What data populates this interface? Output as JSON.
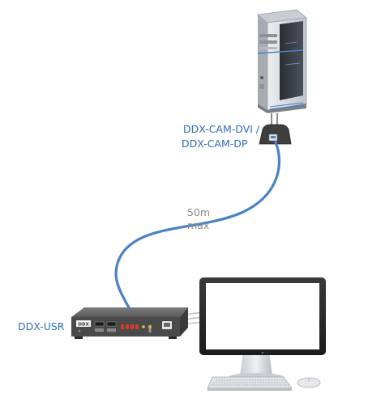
{
  "labels": {
    "cam_line1": "DDX-CAM-DVI /",
    "cam_line2": "DDX-CAM-DP",
    "length_line1": "50m",
    "length_line2": "max",
    "usr": "DDX-USR",
    "box_logo": "DDX"
  },
  "colors": {
    "cable": "#4a82c4",
    "label_blue": "#2f6db5",
    "label_grey": "#8a8a8a",
    "tower_dark": "#3c4149",
    "tower_light": "#d9dde2",
    "usr_body": "#545454",
    "port_red": "#d23a2a"
  }
}
